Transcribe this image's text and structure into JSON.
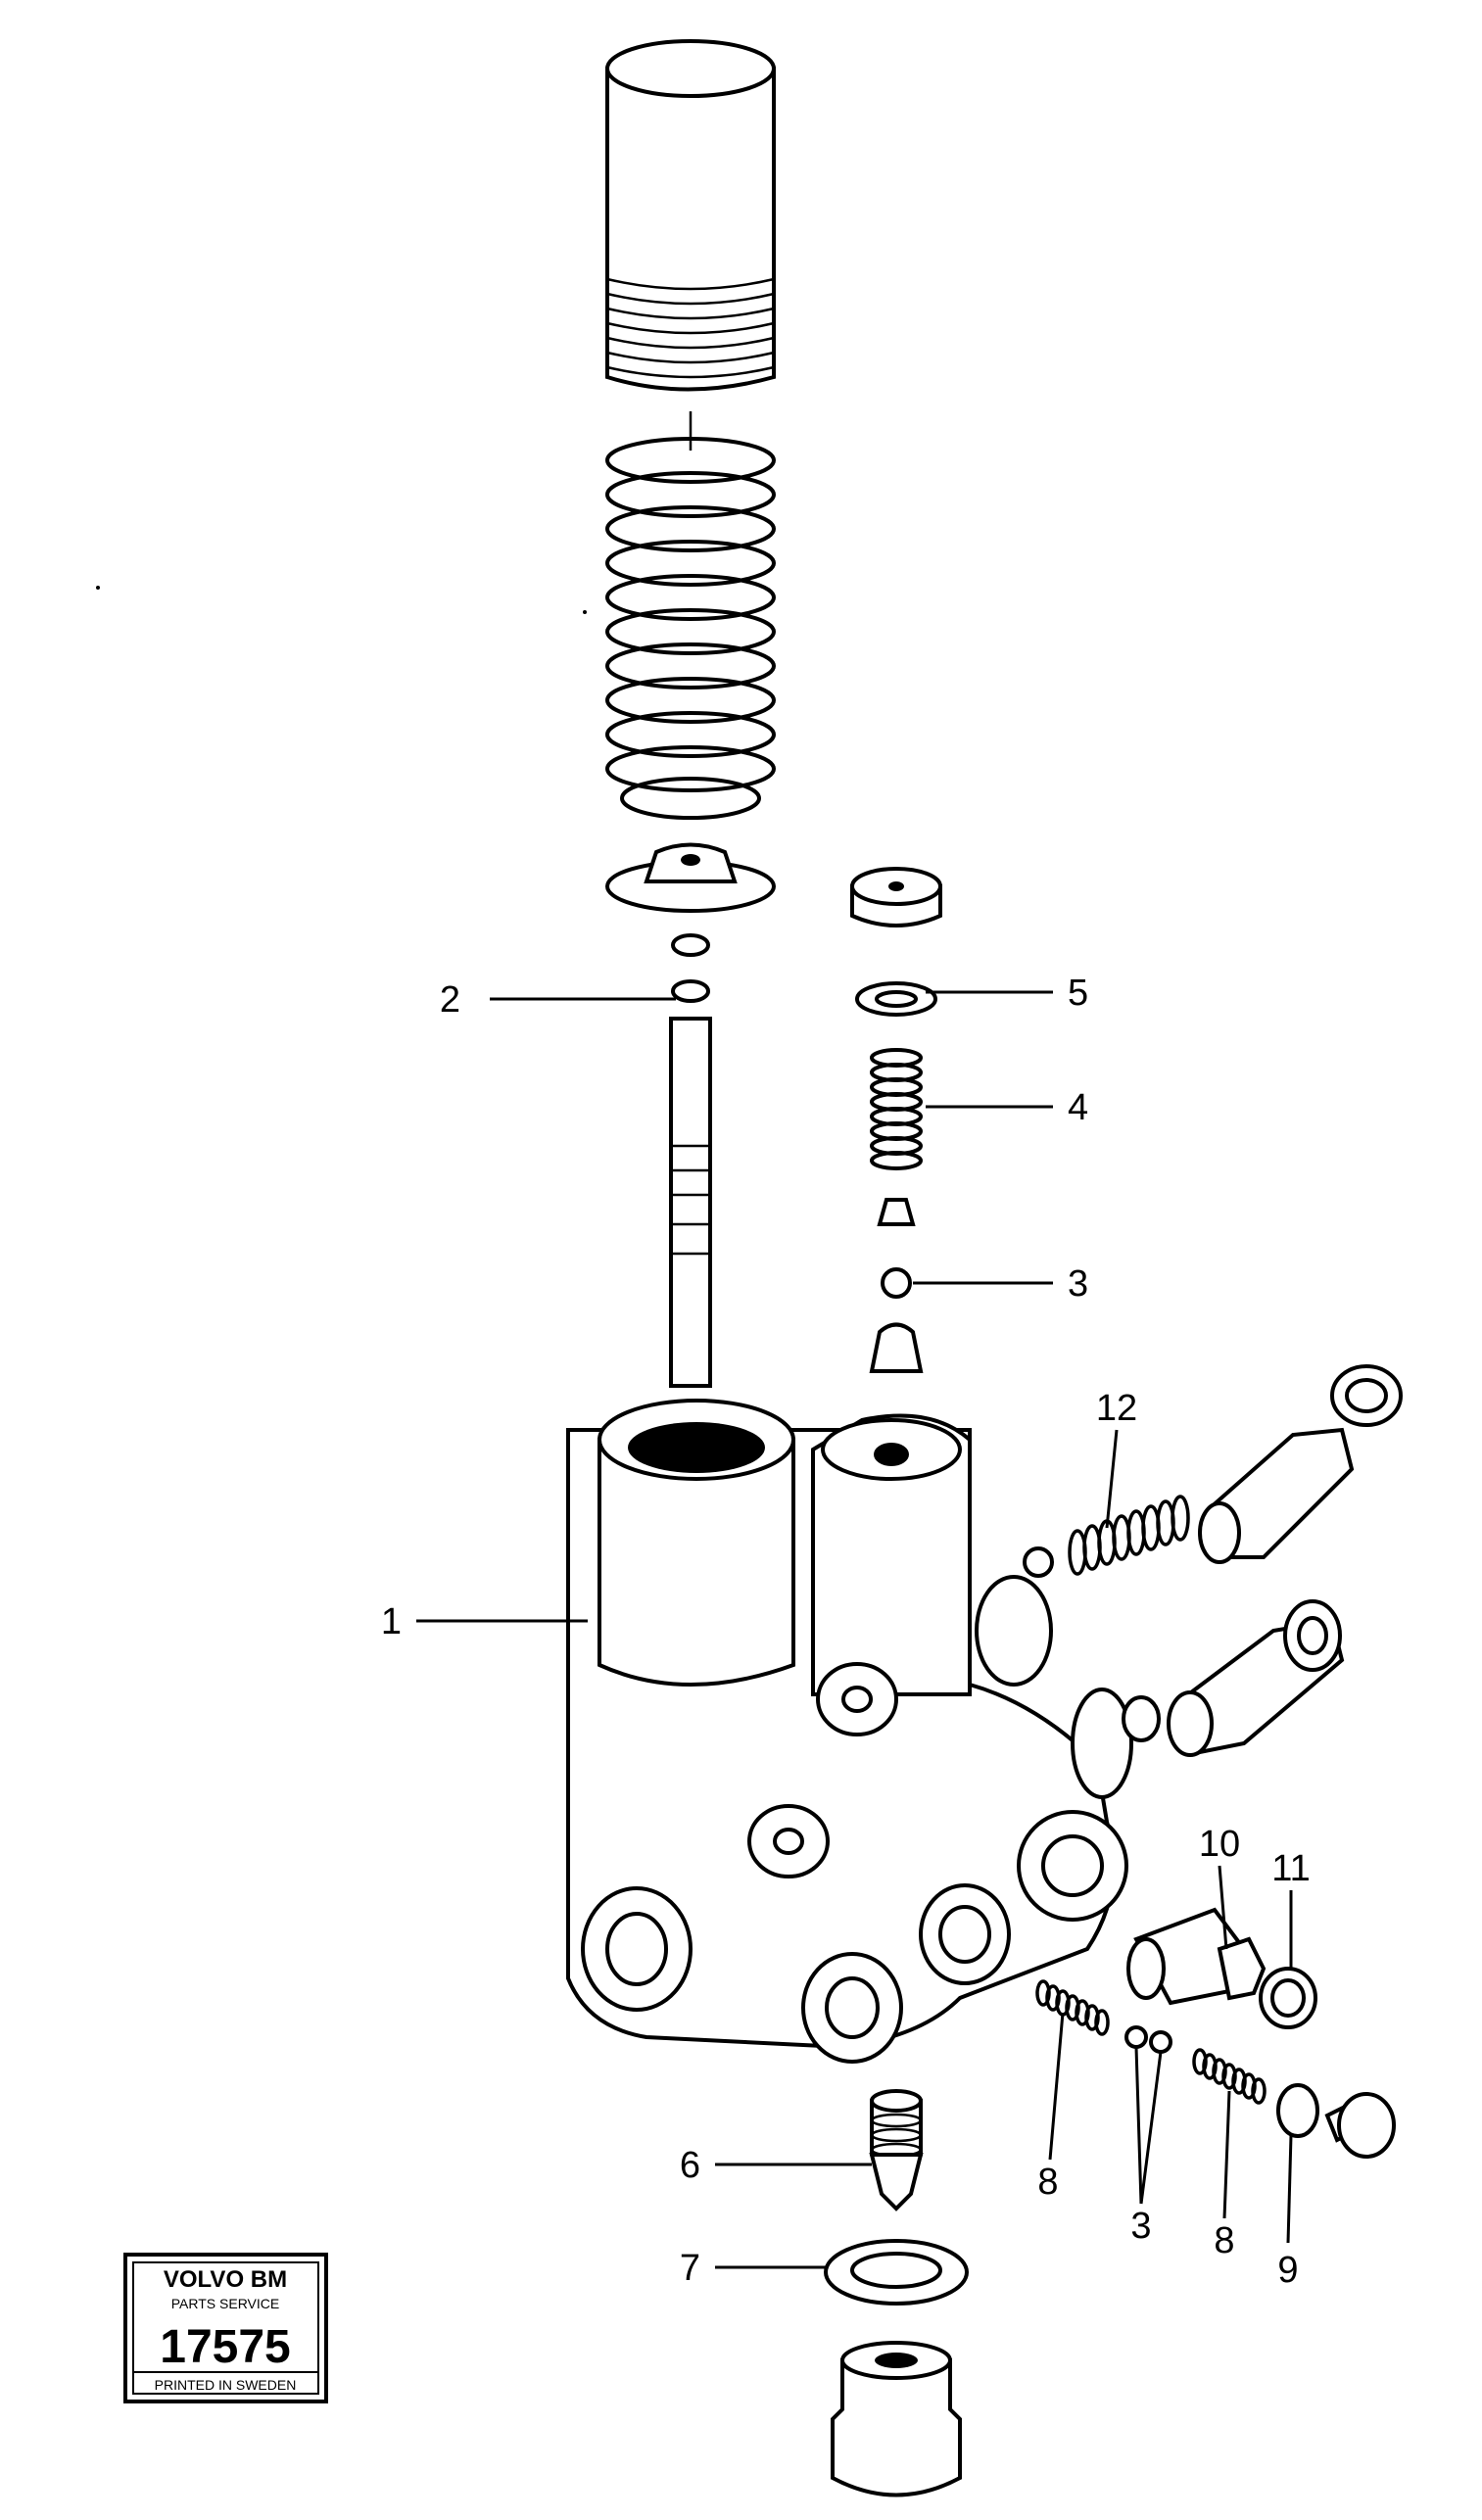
{
  "callouts": {
    "c1": "1",
    "c2": "2",
    "c3a": "3",
    "c3b": "3",
    "c4": "4",
    "c5": "5",
    "c6": "6",
    "c7": "7",
    "c8a": "8",
    "c8b": "8",
    "c9": "9",
    "c10": "10",
    "c11": "11",
    "c12": "12"
  },
  "stamp": {
    "brand": "VOLVO BM",
    "subtitle": "PARTS SERVICE",
    "number": "17575",
    "footer": "PRINTED IN SWEDEN"
  }
}
